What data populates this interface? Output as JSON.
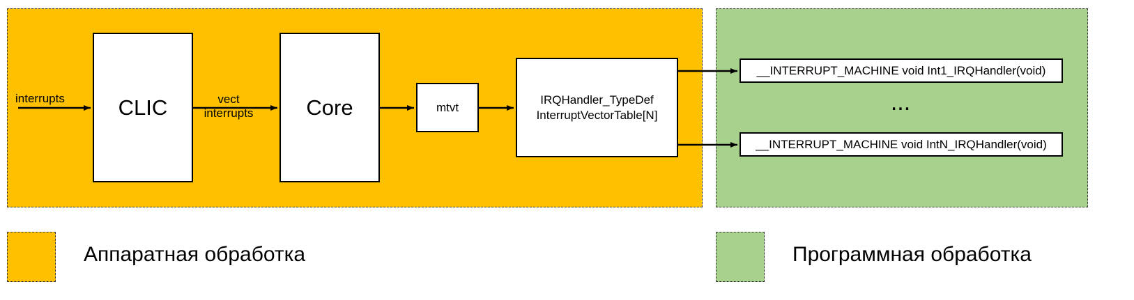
{
  "regions": {
    "hardware_color": "#ffc000",
    "software_color": "#a9d18e"
  },
  "blocks": {
    "clic": "CLIC",
    "core": "Core",
    "mtvt": "mtvt",
    "table_line1": "IRQHandler_TypeDef",
    "table_line2": "InterruptVectorTable[N]",
    "handler1": "__INTERRUPT_MACHINE void Int1_IRQHandler(void)",
    "handlerN": "__INTERRUPT_MACHINE void IntN_IRQHandler(void)",
    "ellipsis": "..."
  },
  "edges": {
    "interrupts": "interrupts",
    "vect_line1": "vect",
    "vect_line2": "interrupts"
  },
  "legend": {
    "hardware": "Аппаратная обработка",
    "software": "Программная обработка"
  }
}
